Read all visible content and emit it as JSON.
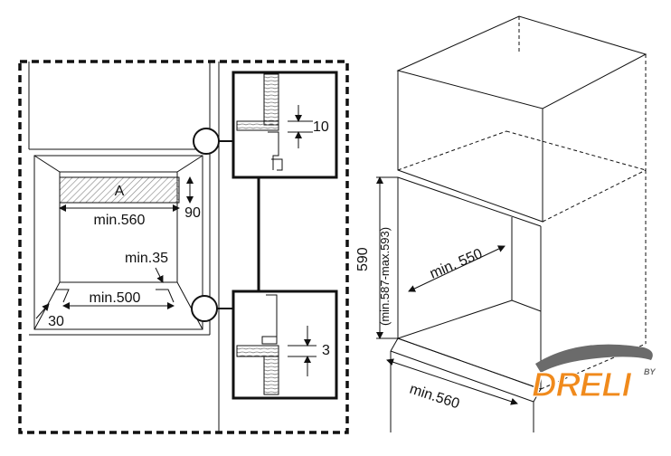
{
  "front_view": {
    "label_a": "A",
    "dim_width_top": "min.560",
    "dim_height_top": "90",
    "dim_gap": "min.35",
    "dim_width_bottom": "min.500",
    "dim_side": "30"
  },
  "detail_top": {
    "dim": "10"
  },
  "detail_bottom": {
    "dim": "3"
  },
  "iso_view": {
    "dim_depth": "min. 550",
    "dim_height": "590",
    "dim_height_range": "(min.587-max.593)",
    "dim_width": "min.560"
  },
  "logo": {
    "text": "DRELI",
    "by": "BY",
    "colors": {
      "orange": "#f08a1c",
      "gray": "#6b6b6b",
      "outline": "#ffffff"
    }
  },
  "colors": {
    "line": "#111111",
    "hatch": "#999999"
  }
}
